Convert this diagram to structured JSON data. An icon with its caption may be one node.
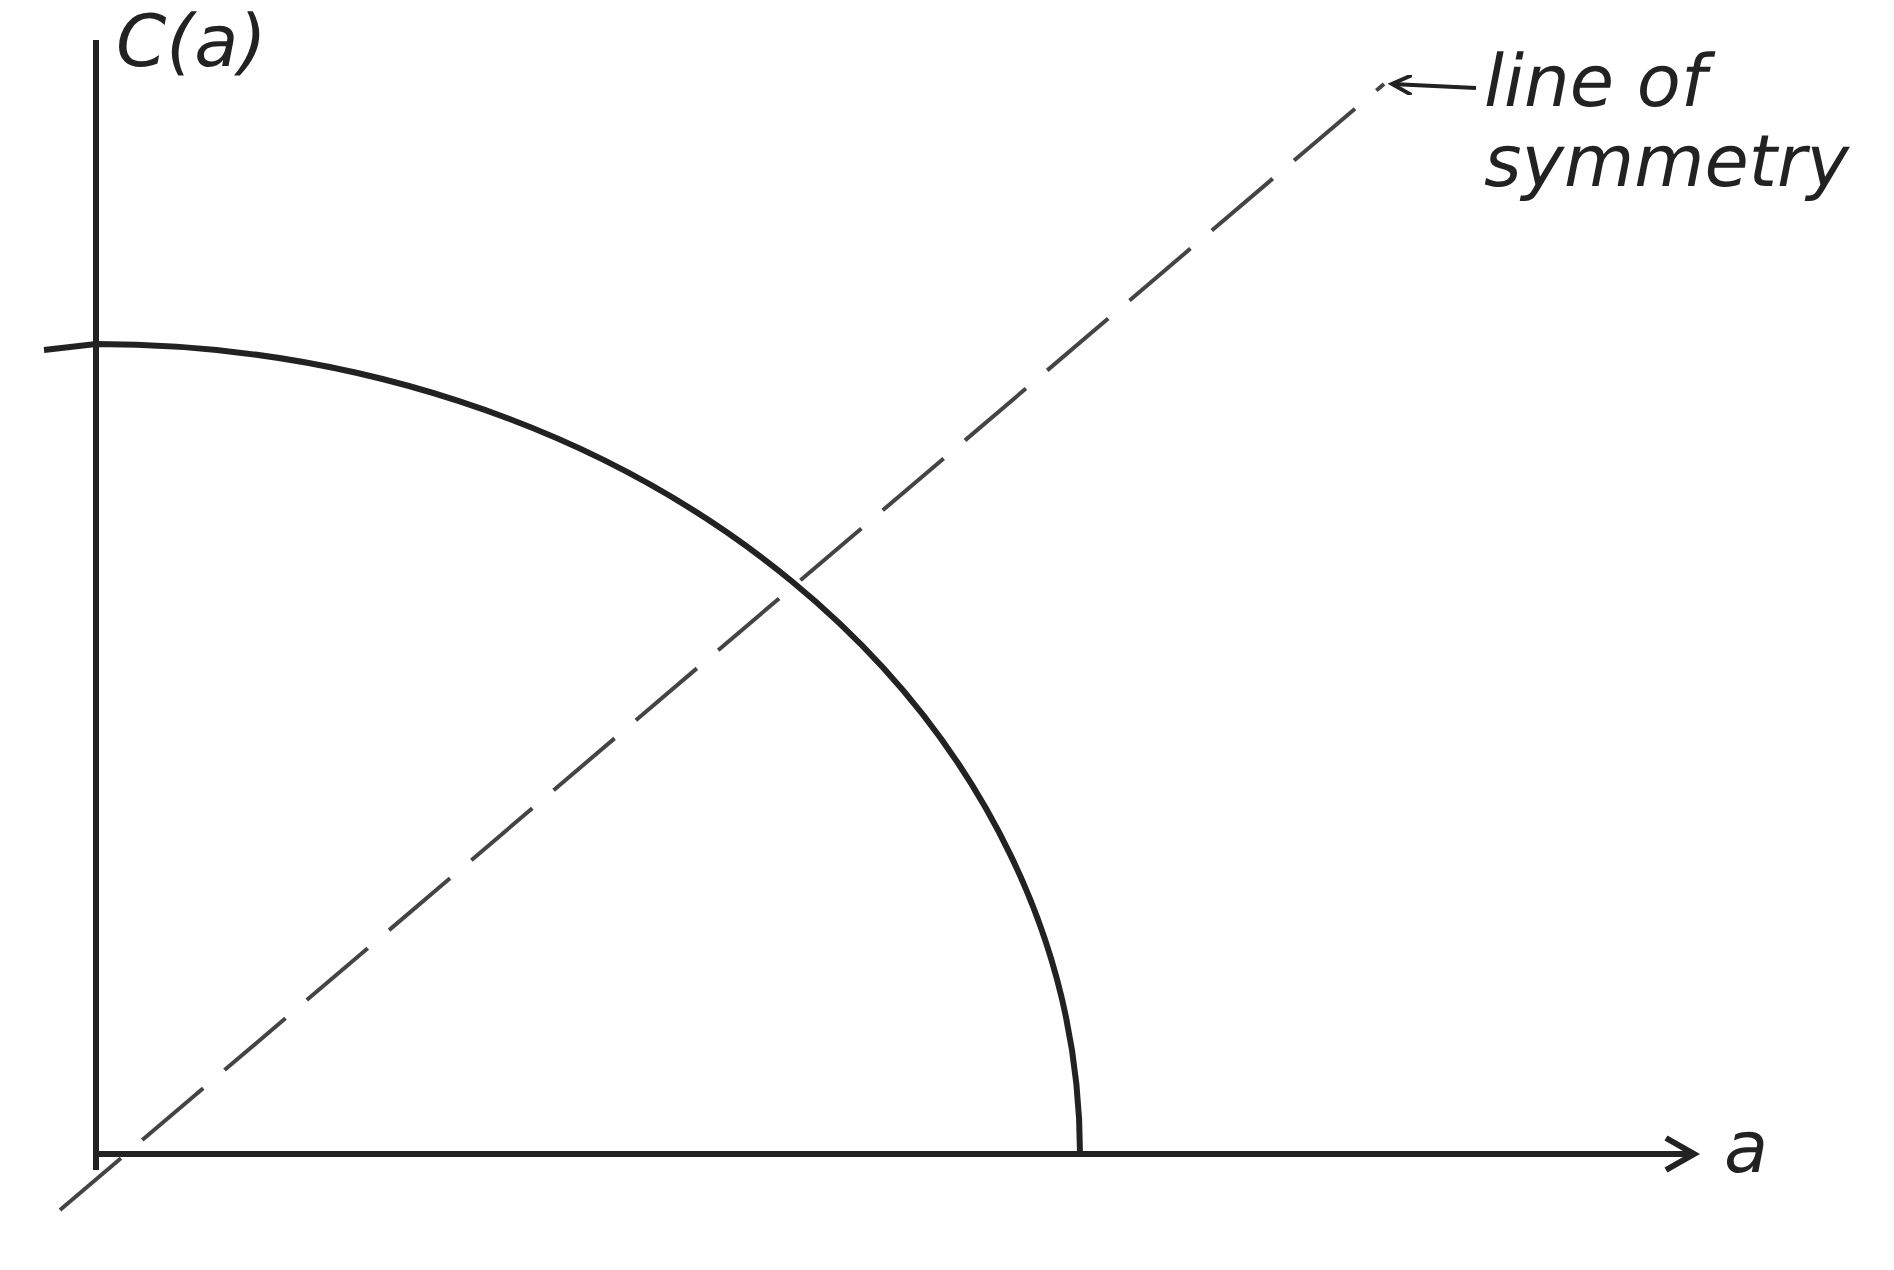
{
  "diagram": {
    "nodes": [
      {
        "text": [
          "line of symmetry"
        ]
      },
      {
        "text": [],
        "shape": "line"
      }
    ],
    "edges": [
      {
        "from": 0,
        "to": 1,
        "arrow": "to"
      }
    ],
    "labels": [
      "C(a)",
      "a"
    ]
  }
}
